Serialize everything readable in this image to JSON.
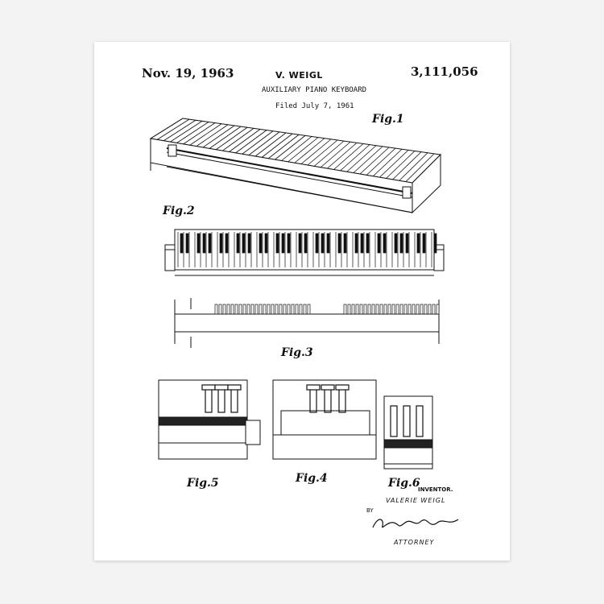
{
  "header": {
    "date": "Nov. 19, 1963",
    "inventor": "V. WEIGL",
    "patent_number": "3,111,056",
    "title": "AUXILIARY PIANO KEYBOARD",
    "filed": "Filed July 7, 1961"
  },
  "figures": {
    "fig1": "Fig.1",
    "fig2": "Fig.2",
    "fig3": "Fig.3",
    "fig4": "Fig.4",
    "fig5": "Fig.5",
    "fig6": "Fig.6"
  },
  "footer": {
    "inventor_label": "INVENTOR.",
    "inventor_name": "VALERIE WEIGL",
    "by": "BY",
    "attorney": "ATTORNEY"
  },
  "colors": {
    "ink": "#111111",
    "paper": "#ffffff",
    "wall": "#f3f3f3"
  }
}
